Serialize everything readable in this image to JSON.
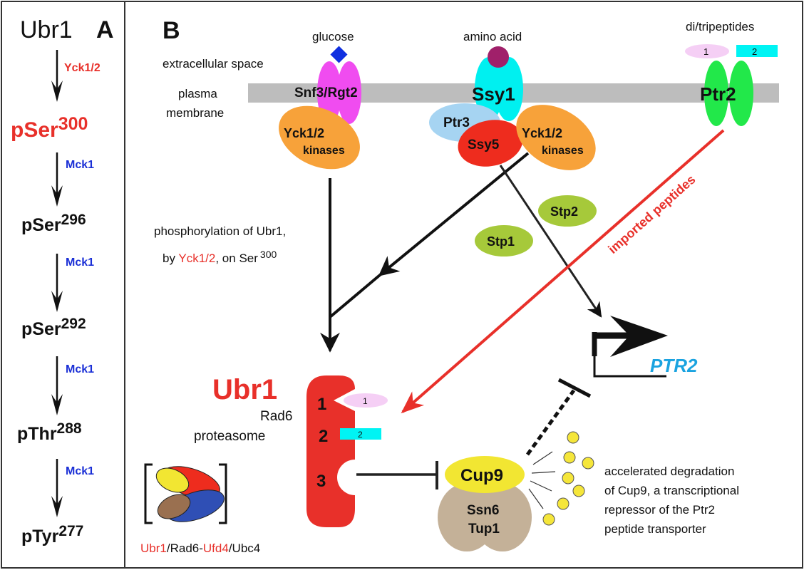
{
  "colors": {
    "red": "#e8302a",
    "blue_text": "#1a2fd6",
    "ptr2_blue": "#1aa3e0",
    "membrane": "#bdbdbd",
    "snf3": "#f04cf0",
    "glucose": "#1030e0",
    "ssy1": "#00f0f0",
    "amino_acid": "#a0206a",
    "ptr3": "#a6d4f2",
    "ssy5": "#ee2c1e",
    "yck": "#f7a23a",
    "ptr2": "#22e84a",
    "peptide1": "#f5cff5",
    "peptide2": "#00f4f4",
    "stp": "#a6c93a",
    "cup9": "#f2e632",
    "ssn6": "#c4b198",
    "dots": "#f5e63a"
  },
  "panelA": {
    "label": "A",
    "start": "Ubr1",
    "steps": [
      {
        "kinase": "Yck1/2",
        "kinase_color": "red",
        "site_base": "pSer",
        "site_num": "300",
        "site_color": "red"
      },
      {
        "kinase": "Mck1",
        "kinase_color": "blue",
        "site_base": "pSer",
        "site_num": "296",
        "site_color": "black"
      },
      {
        "kinase": "Mck1",
        "kinase_color": "blue",
        "site_base": "pSer",
        "site_num": "292",
        "site_color": "black"
      },
      {
        "kinase": "Mck1",
        "kinase_color": "blue",
        "site_base": "pThr",
        "site_num": "288",
        "site_color": "black"
      },
      {
        "kinase": "Mck1",
        "kinase_color": "blue",
        "site_base": "pTyr",
        "site_num": "277",
        "site_color": "black"
      }
    ]
  },
  "panelB": {
    "label": "B",
    "extracellular": "extracellular space",
    "membrane_line1": "plasma",
    "membrane_line2": "membrane",
    "glucose": "glucose",
    "amino_acid": "amino acid",
    "dipeptides": "di/tripeptides",
    "peptide1": "1",
    "peptide2": "2",
    "snf3": "Snf3/Rgt2",
    "ssy1": "Ssy1",
    "ptr2": "Ptr2",
    "ptr3": "Ptr3",
    "ssy5": "Ssy5",
    "yck_line1": "Yck1/2",
    "yck_line2": "kinases",
    "stp1": "Stp1",
    "stp2": "Stp2",
    "imported": "imported peptides",
    "phos_line1": "phosphorylation of Ubr1,",
    "phos_by": "by ",
    "phos_kinase": "Yck1/2",
    "phos_on": ", on Ser",
    "phos_sup": "300",
    "gene": "PTR2",
    "ubr1": "Ubr1",
    "rad6": "Rad6",
    "proteasome": "proteasome",
    "site1": "1",
    "site2": "2",
    "site3": "3",
    "complex_ubr1": "Ubr1",
    "complex_rad6": "/Rad6-",
    "complex_ufd4": "Ufd4",
    "complex_ubc4": "/Ubc4",
    "cup9": "Cup9",
    "ssn6": "Ssn6",
    "tup1": "Tup1",
    "degradation": [
      "accelerated degradation",
      "of Cup9, a transcriptional",
      "repressor of the Ptr2",
      "peptide transporter"
    ]
  }
}
